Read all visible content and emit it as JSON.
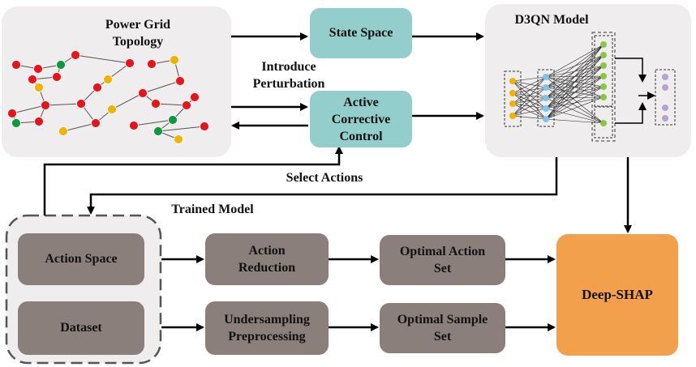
{
  "topology": {
    "title": "Power Grid\nTopology"
  },
  "perturbation_label": "Introduce\nPerturbation",
  "state_space": "State Space",
  "corrective_control": "Active\nCorrective\nControl",
  "model": {
    "title": "D3QN Model"
  },
  "select_actions": "Select Actions",
  "trained_model": "Trained Model",
  "action_space": "Action Space",
  "dataset": "Dataset",
  "action_reduction": "Action\nReduction",
  "undersampling": "Undersampling\nPreprocessing",
  "optimal_action_set": "Optimal Action\nSet",
  "optimal_sample_set": "Optimal Sample\nSet",
  "deep_shap": "Deep-SHAP",
  "colors": {
    "node_red": "#e8141c",
    "node_yellow": "#f2b200",
    "node_green": "#0e9a3c",
    "teal_box": "#93cdcc",
    "grey_box": "#8b7f7b",
    "orange_box": "#f3a04c",
    "panel": "#efedee"
  }
}
